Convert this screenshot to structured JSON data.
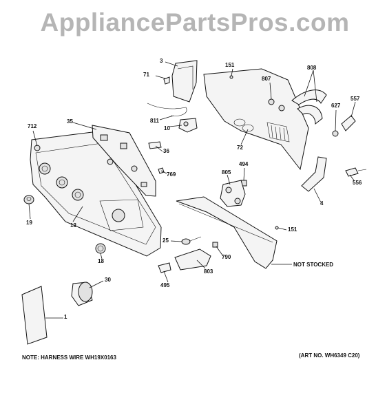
{
  "watermark": "AppliancePartsPros.com",
  "notes": {
    "harness": "NOTE: HARNESS WIRE WH19X0163",
    "art_no": "(ART NO. WH6349 C20)",
    "not_stocked": "NOT STOCKED"
  },
  "labels": {
    "p3": "3",
    "p71": "71",
    "p151a": "151",
    "p807": "807",
    "p808": "808",
    "p557": "557",
    "p627": "627",
    "p811": "811",
    "p10": "10",
    "p72": "72",
    "p35": "35",
    "p712": "712",
    "p36": "36",
    "p769": "769",
    "p494": "494",
    "p805": "805",
    "p556": "556",
    "p4": "4",
    "p19": "19",
    "p13": "13",
    "p151b": "151",
    "p25": "25",
    "p790": "790",
    "p18": "18",
    "p803": "803",
    "p495": "495",
    "p30": "30",
    "p1": "1"
  }
}
